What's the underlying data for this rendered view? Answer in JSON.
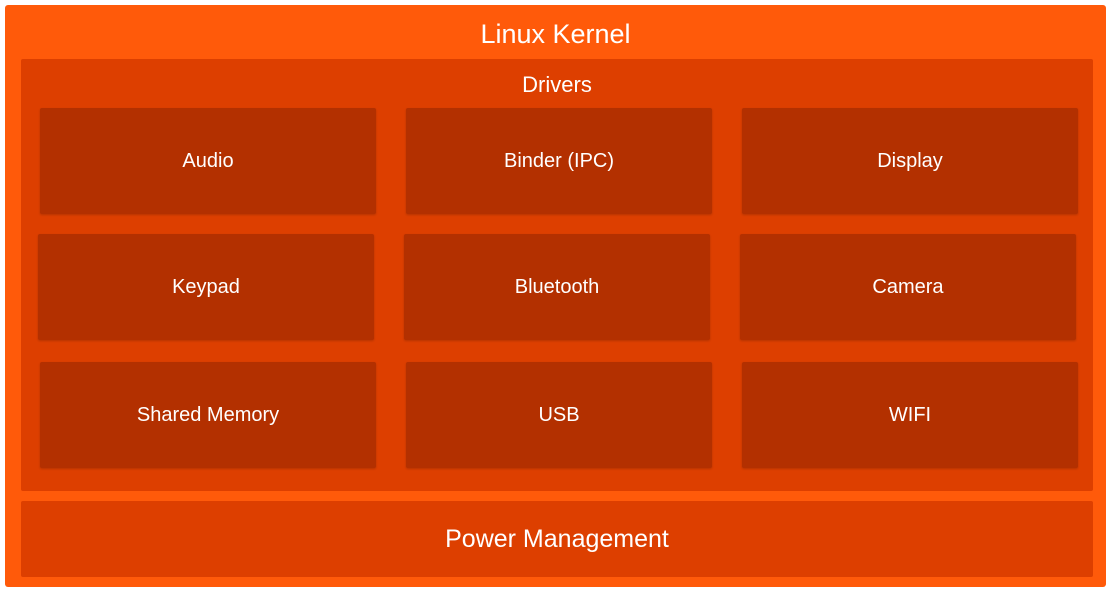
{
  "kernel": {
    "title": "Linux Kernel",
    "drivers": {
      "title": "Drivers",
      "items": [
        "Audio",
        "Binder (IPC)",
        "Display",
        "Keypad",
        "Bluetooth",
        "Camera",
        "Shared Memory",
        "USB",
        "WIFI"
      ]
    },
    "power": "Power Management"
  },
  "colors": {
    "kernel": "#ff5a0a",
    "panel": "#dd3f00",
    "driver": "#b33000",
    "text": "#ffffff"
  }
}
